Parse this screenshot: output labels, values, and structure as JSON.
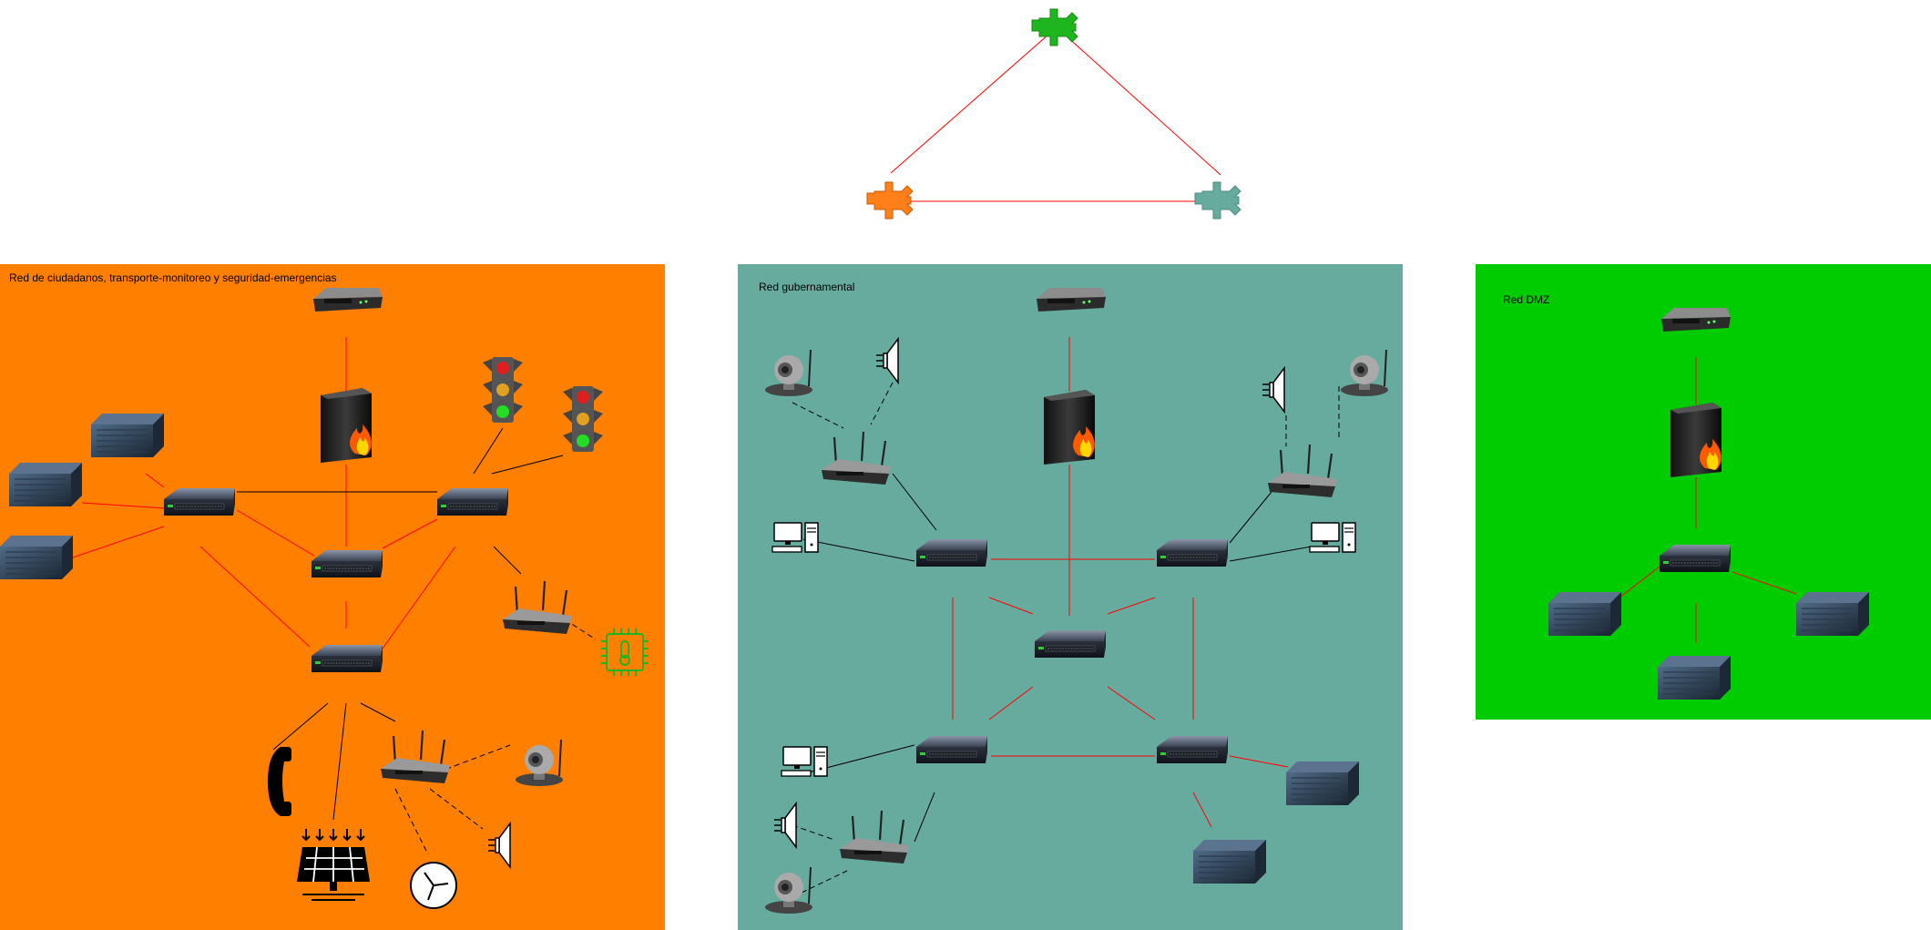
{
  "colors": {
    "citizens_zone": "#FF7F00",
    "government_zone": "#67AB9F",
    "dmz_zone": "#00CC00",
    "red_link": "#FF0000",
    "black_link": "#000000",
    "backbone_green": "#1FB51F",
    "backbone_orange": "#FF7F1A",
    "backbone_teal": "#67AB9F"
  },
  "zones": {
    "citizens": {
      "title": "Red de ciudadanos, transporte-monitoreo y seguridad-emergencias"
    },
    "government": {
      "title": "Red gubernamental"
    },
    "dmz": {
      "title": "Red DMZ"
    }
  },
  "icons": {
    "backbone": "network-hub-icon",
    "router": "router-icon",
    "firewall": "firewall-icon",
    "switch": "switch-icon",
    "server": "server-icon",
    "wireless": "wireless-access-point-icon",
    "traffic_light": "traffic-light-icon",
    "camera": "ip-camera-icon",
    "speaker": "speaker-icon",
    "phone": "telephone-icon",
    "solar": "solar-panel-icon",
    "wind": "wind-turbine-icon",
    "sensor": "temperature-sensor-icon",
    "pc": "desktop-computer-icon"
  }
}
